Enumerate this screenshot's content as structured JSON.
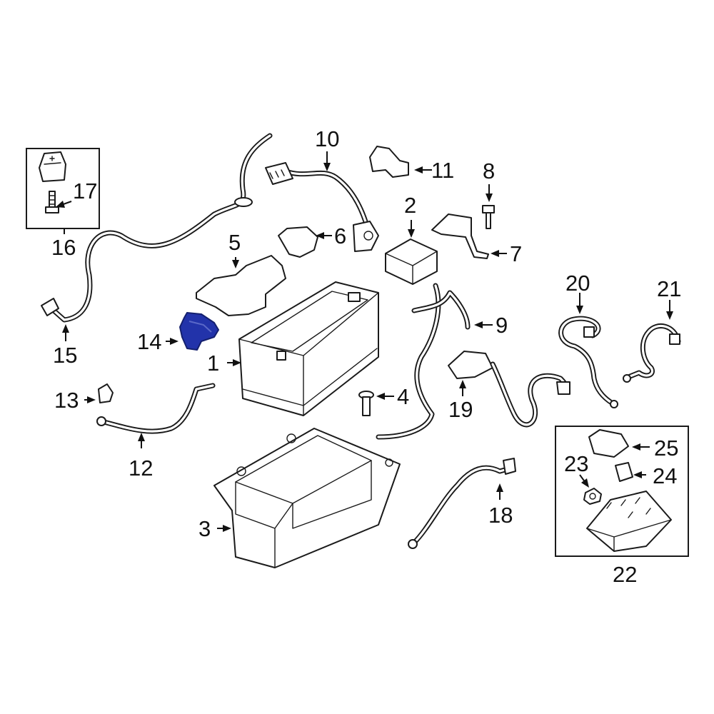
{
  "diagram": {
    "highlight_color": "#2233aa",
    "line_color": "#1a1a1a",
    "highlighted_part": "14",
    "callouts": {
      "c1": "1",
      "c2": "2",
      "c3": "3",
      "c4": "4",
      "c5": "5",
      "c6": "6",
      "c7": "7",
      "c8": "8",
      "c9": "9",
      "c10": "10",
      "c11": "11",
      "c12": "12",
      "c13": "13",
      "c14": "14",
      "c15": "15",
      "c16": "16",
      "c17": "17",
      "c18": "18",
      "c19": "19",
      "c20": "20",
      "c21": "21",
      "c22": "22",
      "c23": "23",
      "c24": "24",
      "c25": "25"
    }
  }
}
